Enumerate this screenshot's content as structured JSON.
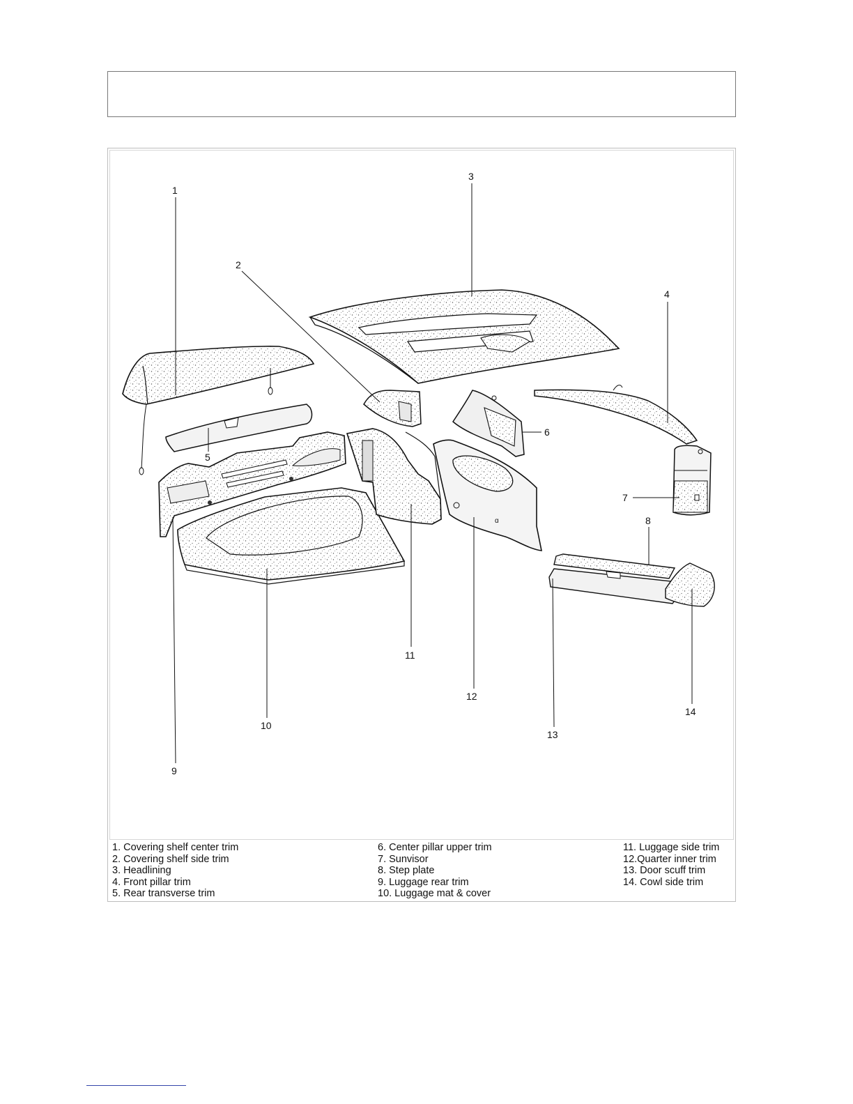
{
  "callouts": {
    "c1": "1",
    "c2": "2",
    "c3": "3",
    "c4": "4",
    "c5": "5",
    "c6": "6",
    "c7": "7",
    "c8": "8",
    "c9": "9",
    "c10": "10",
    "c11": "11",
    "c12": "12",
    "c13": "13",
    "c14": "14"
  },
  "legend": {
    "col1": [
      "1. Covering shelf center trim",
      "2. Covering shelf side trim",
      "3. Headlining",
      "4. Front pillar trim",
      "5. Rear transverse trim"
    ],
    "col2": [
      "6. Center pillar upper trim",
      "7. Sunvisor",
      "8. Step plate",
      "9. Luggage rear trim",
      "10. Luggage mat & cover"
    ],
    "col3": [
      "11. Luggage side trim",
      "12.Quarter inner trim",
      "13. Door scuff trim",
      "14. Cowl side trim"
    ]
  }
}
